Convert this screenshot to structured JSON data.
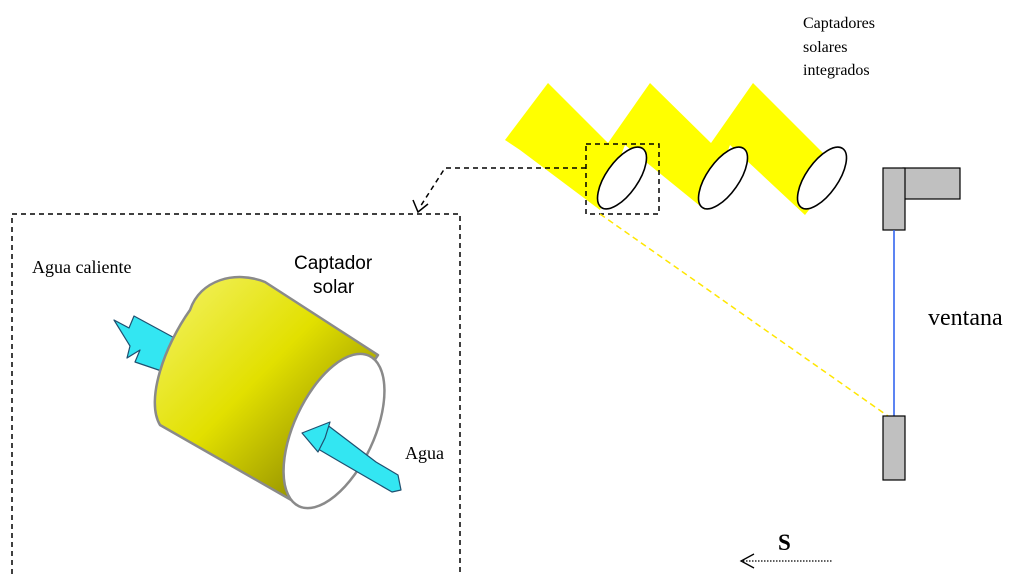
{
  "labels": {
    "collectors_title": [
      "Captadores",
      "solares",
      "integrados"
    ],
    "hot_water": "Agua caliente",
    "collector": [
      "Captador",
      "solar"
    ],
    "water": "Agua",
    "window": "ventana",
    "south": "S"
  },
  "colors": {
    "collector_yellow": "#ffff00",
    "arrow_cyan": "#33e6f2",
    "window_glass": "#3366ee",
    "wall_gray": "#c0c0c0",
    "sun_ray": "#ffe600"
  }
}
